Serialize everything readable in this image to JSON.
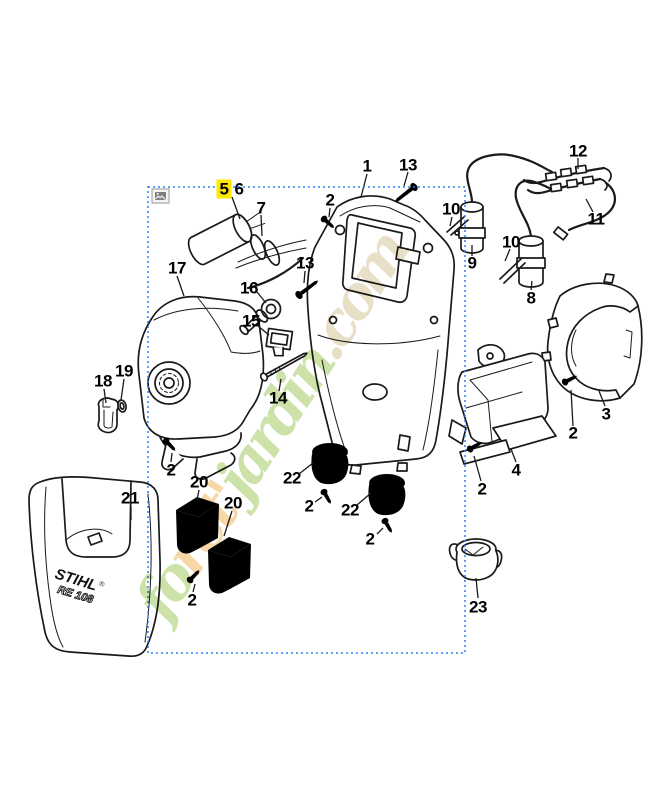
{
  "ui": {
    "selection_color": "#2e7df5",
    "highlight_color": "#ffe800",
    "line_color": "#1a1a1a",
    "placeholder_icon": "image-placeholder-icon"
  },
  "watermark": {
    "text": "foret'jardin.com",
    "letter_colors": [
      "#a9cf6d",
      "#a9cf6d",
      "#f2bd69",
      "#f2bd69",
      "#f2bd69",
      "#f2bd69",
      "#a9cf6d",
      "#a9cf6d",
      "#a9cf6d",
      "#a9cf6d",
      "#a9cf6d",
      "#a9cf6d",
      "#d9c9a2",
      "#d9c9a2",
      "#d9c9a2",
      "#d9c9a2"
    ]
  },
  "brand": {
    "name": "STIHL",
    "reg": "®",
    "model": "RE 108"
  },
  "part_labels": [
    {
      "id": "1",
      "text": "1"
    },
    {
      "id": "13a",
      "text": "13"
    },
    {
      "id": "2a",
      "text": "2"
    },
    {
      "id": "12",
      "text": "12"
    },
    {
      "id": "10a",
      "text": "10"
    },
    {
      "id": "11",
      "text": "11"
    },
    {
      "id": "9",
      "text": "9"
    },
    {
      "id": "10b",
      "text": "10"
    },
    {
      "id": "8",
      "text": "8"
    },
    {
      "id": "5",
      "text": "5",
      "highlight": true
    },
    {
      "id": "6",
      "text": "6"
    },
    {
      "id": "7",
      "text": "7"
    },
    {
      "id": "17",
      "text": "17"
    },
    {
      "id": "16",
      "text": "16"
    },
    {
      "id": "13b",
      "text": "13"
    },
    {
      "id": "15",
      "text": "15"
    },
    {
      "id": "14",
      "text": "14"
    },
    {
      "id": "18",
      "text": "18"
    },
    {
      "id": "19",
      "text": "19"
    },
    {
      "id": "2b",
      "text": "2"
    },
    {
      "id": "20a",
      "text": "20"
    },
    {
      "id": "20b",
      "text": "20"
    },
    {
      "id": "21",
      "text": "21"
    },
    {
      "id": "22a",
      "text": "22"
    },
    {
      "id": "2c",
      "text": "2"
    },
    {
      "id": "22b",
      "text": "22"
    },
    {
      "id": "2d",
      "text": "2"
    },
    {
      "id": "2e",
      "text": "2"
    },
    {
      "id": "3",
      "text": "3"
    },
    {
      "id": "2f",
      "text": "2"
    },
    {
      "id": "4",
      "text": "4"
    },
    {
      "id": "2g",
      "text": "2"
    },
    {
      "id": "23",
      "text": "23"
    }
  ]
}
